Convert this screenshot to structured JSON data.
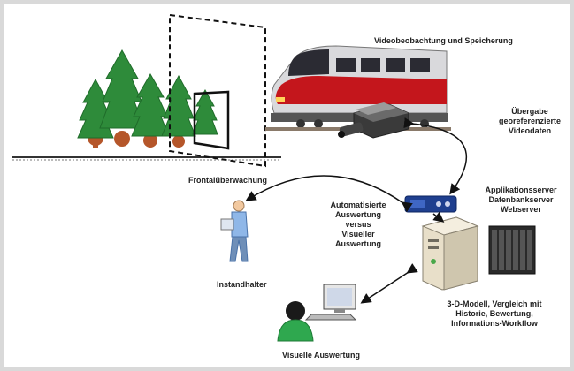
{
  "labels": {
    "video_storage": "Videobeobachtung und Speicherung",
    "transfer_1": "Übergabe",
    "transfer_2": "georeferenzierte",
    "transfer_3": "Videodaten",
    "frontal": "Frontalüberwachung",
    "servers_1": "Applikationsserver",
    "servers_2": "Datenbankserver",
    "servers_3": "Webserver",
    "auto_1": "Automatisierte",
    "auto_2": "Auswertung",
    "auto_3": "versus",
    "auto_4": "Visueller",
    "auto_5": "Auswertung",
    "maintainer": "Instandhalter",
    "model_1": "3-D-Modell, Vergleich mit",
    "model_2": "Historie, Bewertung,",
    "model_3": "Informations-Workflow",
    "visual": "Visuelle Auswertung"
  },
  "icons": {
    "trees": "tree-icon",
    "train": "train-icon",
    "camera": "video-camera-icon",
    "recorder": "recorder-device-icon",
    "gps_unit": "gps-device-icon",
    "server": "server-tower-icon",
    "blade": "blade-server-icon",
    "maintainer": "maintainer-person-icon",
    "computer": "computer-workstation-icon",
    "user": "user-silhouette-icon"
  },
  "colors": {
    "tree_green": "#2e8b3a",
    "tree_dark": "#1f6b2a",
    "trunk": "#b5562a",
    "train_red": "#c4161c",
    "train_grey": "#d9d9dc",
    "device_blue": "#1f3f8f",
    "user_green": "#2fa84f",
    "maintainer_blue": "#8fb7e8"
  }
}
